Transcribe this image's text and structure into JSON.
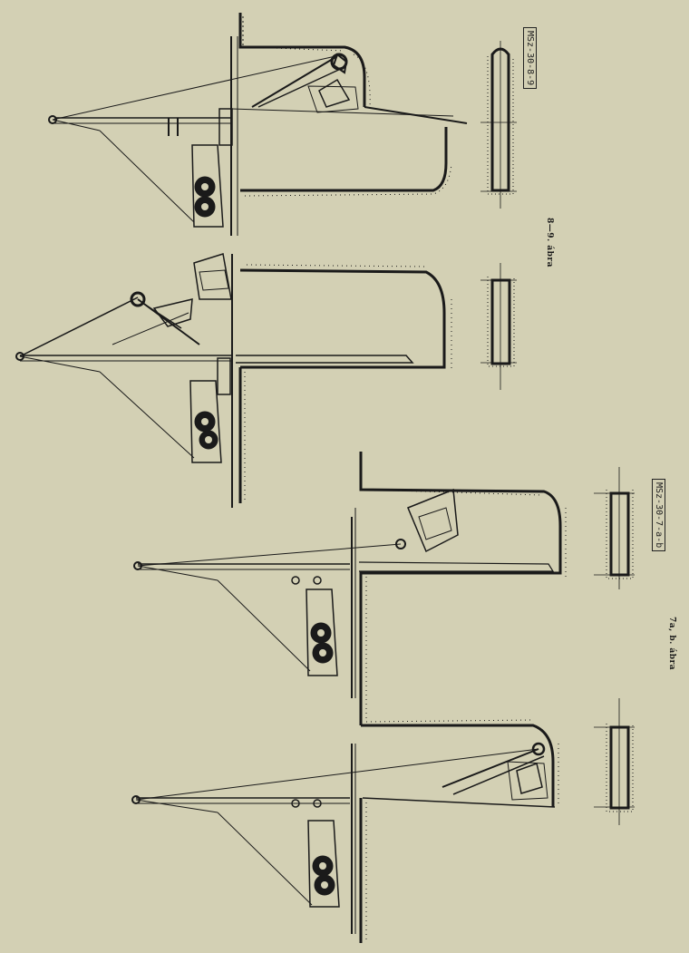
{
  "captions": {
    "fig_8_9": "8—9. ábra",
    "fig_7ab": "7a, b. ábra"
  },
  "codes": {
    "code_8_9": "MSz-30-8-9",
    "code_7ab": "MSz-30-7-a-b"
  },
  "colors": {
    "paper": "#d3d0b4",
    "ink": "#1a1a1a"
  }
}
